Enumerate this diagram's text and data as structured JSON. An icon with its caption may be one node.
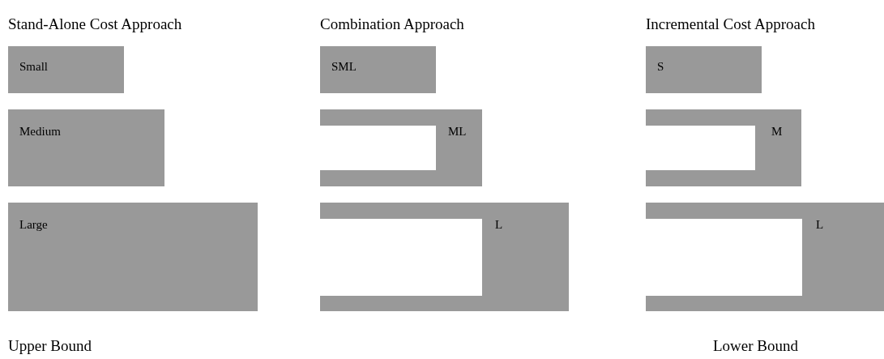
{
  "diagram": {
    "nodes": [
      {
        "text": [
          "Small"
        ]
      },
      {
        "text": [
          "SML"
        ]
      },
      {
        "text": [
          "S"
        ]
      },
      {
        "text": [
          "Medium"
        ]
      },
      {
        "text": [
          "ML"
        ]
      },
      {
        "text": [
          "M"
        ]
      },
      {
        "text": [
          "Large"
        ]
      },
      {
        "text": [
          "L"
        ]
      },
      {
        "text": [
          "L"
        ]
      }
    ],
    "edges": [],
    "labels": [
      "Stand-Alone Cost Approach",
      "Combination Approach",
      "Incremental Cost Approach",
      "Upper Bound",
      "Lower Bound"
    ]
  }
}
